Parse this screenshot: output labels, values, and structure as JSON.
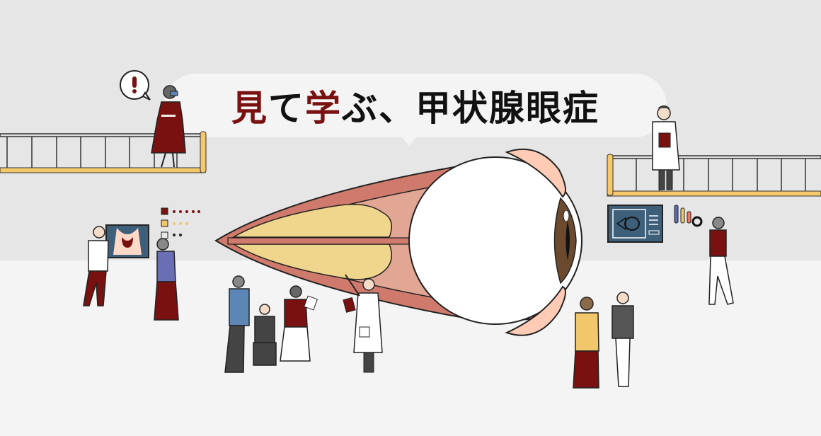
{
  "banner": {
    "title_parts": [
      {
        "text": "見",
        "accent": true
      },
      {
        "text": "て",
        "accent": false
      },
      {
        "text": "学",
        "accent": true
      },
      {
        "text": "ぶ、甲状腺眼症",
        "accent": false
      }
    ],
    "title_full": "見て学ぶ、甲状腺眼症"
  },
  "illustration": {
    "subject": "eye-cross-section-with-orbital-fat-and-muscles",
    "callout_icon": "exclamation-icon",
    "panels": [
      "thyroid-neck-panel",
      "eye-diagram-monitor"
    ],
    "legend_swatches": [
      {
        "color": "#7a1111",
        "dots": 5
      },
      {
        "color": "#f2c66b",
        "dots": 3
      },
      {
        "color": "#e8e8e8",
        "dots": 2
      }
    ],
    "bars": [
      "#5b6bb0",
      "#f2c66b",
      "#e87a62"
    ]
  },
  "colors": {
    "wall": "#e6e6e6",
    "floor": "#f4f4f4",
    "accent_red": "#7a1111",
    "railing_yellow": "#f5c96a",
    "muscle": "#cf7a6c",
    "fat": "#f0d58c",
    "eyelid": "#ffcbb5",
    "iris": "#6b4a2e",
    "panel_blue": "#3d5f7a"
  }
}
